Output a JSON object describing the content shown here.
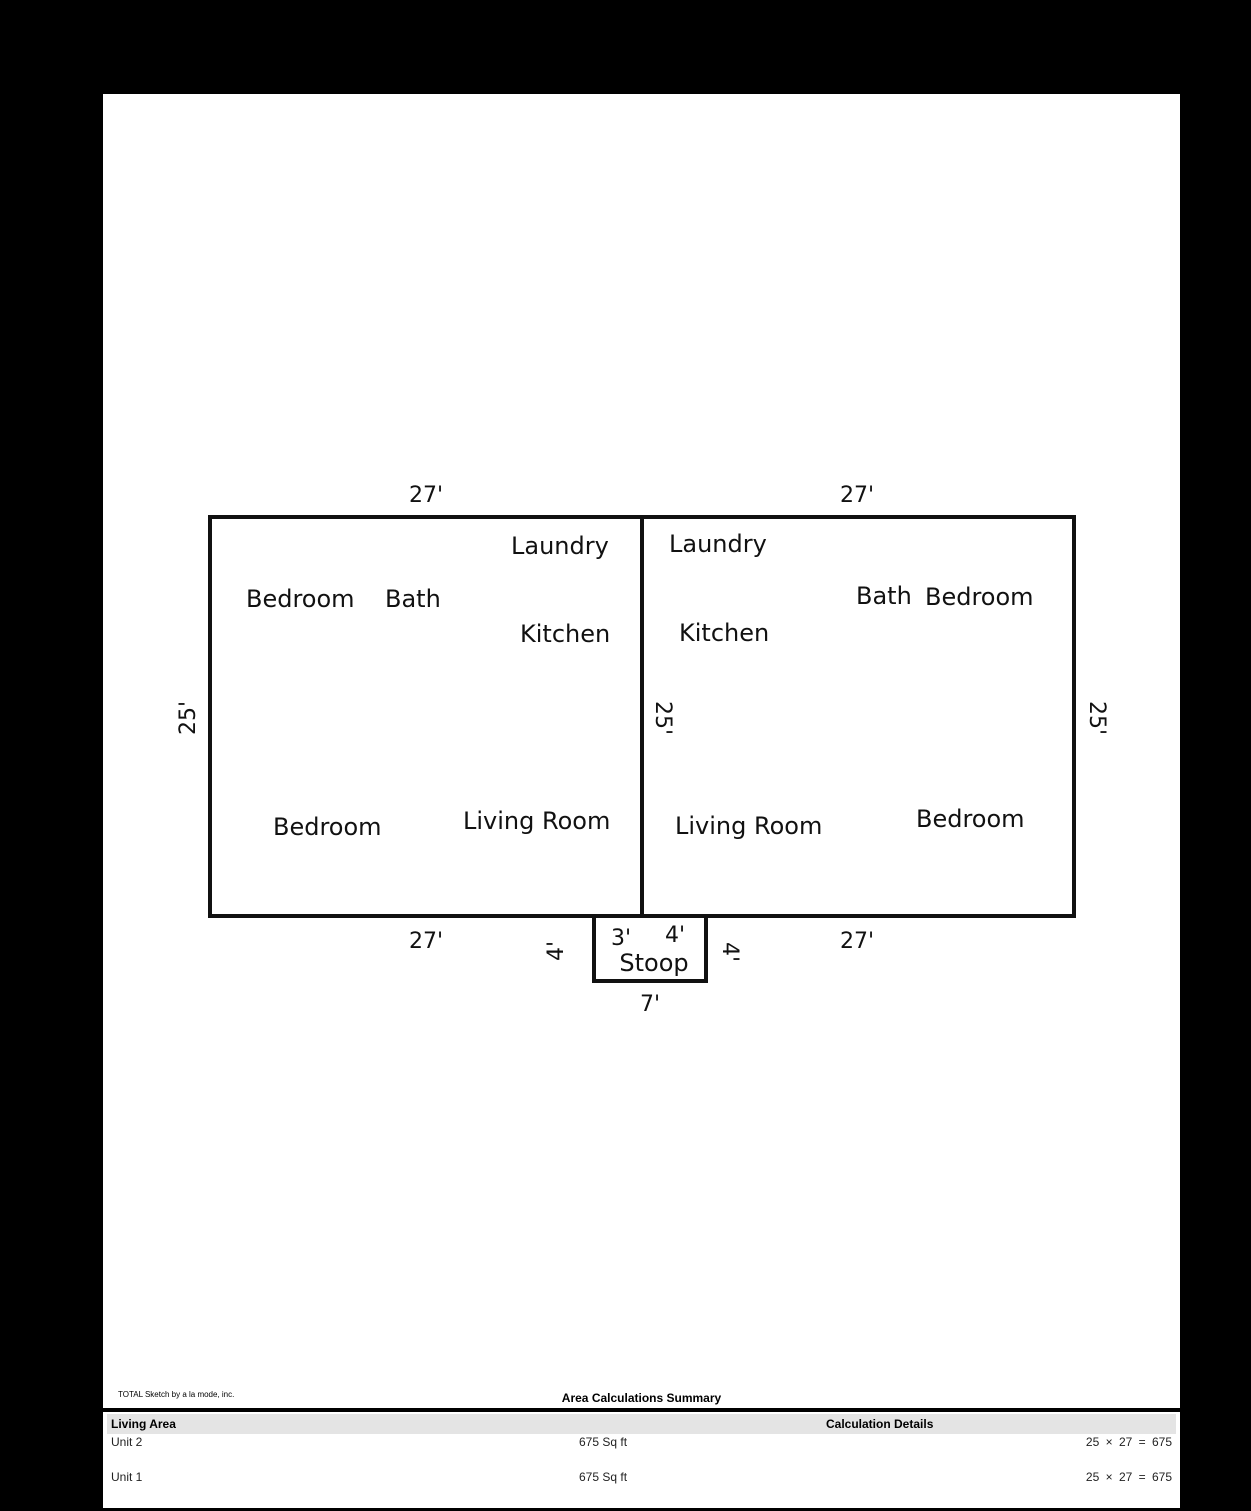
{
  "units": {
    "left": {
      "rooms": {
        "laundry": "Laundry",
        "bedroom_top": "Bedroom",
        "bath": "Bath",
        "kitchen": "Kitchen",
        "bedroom_bottom": "Bedroom",
        "living_room": "Living Room"
      },
      "dims": {
        "top": "27'",
        "bottom": "27'",
        "side": "25'"
      }
    },
    "right": {
      "rooms": {
        "laundry": "Laundry",
        "bath": "Bath",
        "bedroom_top": "Bedroom",
        "kitchen": "Kitchen",
        "living_room": "Living Room",
        "bedroom_bottom": "Bedroom"
      },
      "dims": {
        "top": "27'",
        "bottom": "27'",
        "side": "25'"
      }
    },
    "shared_wall_dim": "25'"
  },
  "stoop": {
    "label": "Stoop",
    "dims": {
      "top_left": "3'",
      "top_right": "4'",
      "left": "4'",
      "right": "4'",
      "bottom": "7'"
    }
  },
  "footer": {
    "credit": "TOTAL Sketch by a la mode, inc.",
    "summary_title": "Area Calculations Summary"
  },
  "summary": {
    "col_living_area": "Living Area",
    "col_calc_details": "Calculation Details",
    "rows": [
      {
        "name": "Unit 2",
        "area": "675 Sq ft",
        "calc": "25 × 27 = 675"
      },
      {
        "name": "Unit 1",
        "area": "675 Sq ft",
        "calc": "25 × 27 = 675"
      }
    ]
  }
}
